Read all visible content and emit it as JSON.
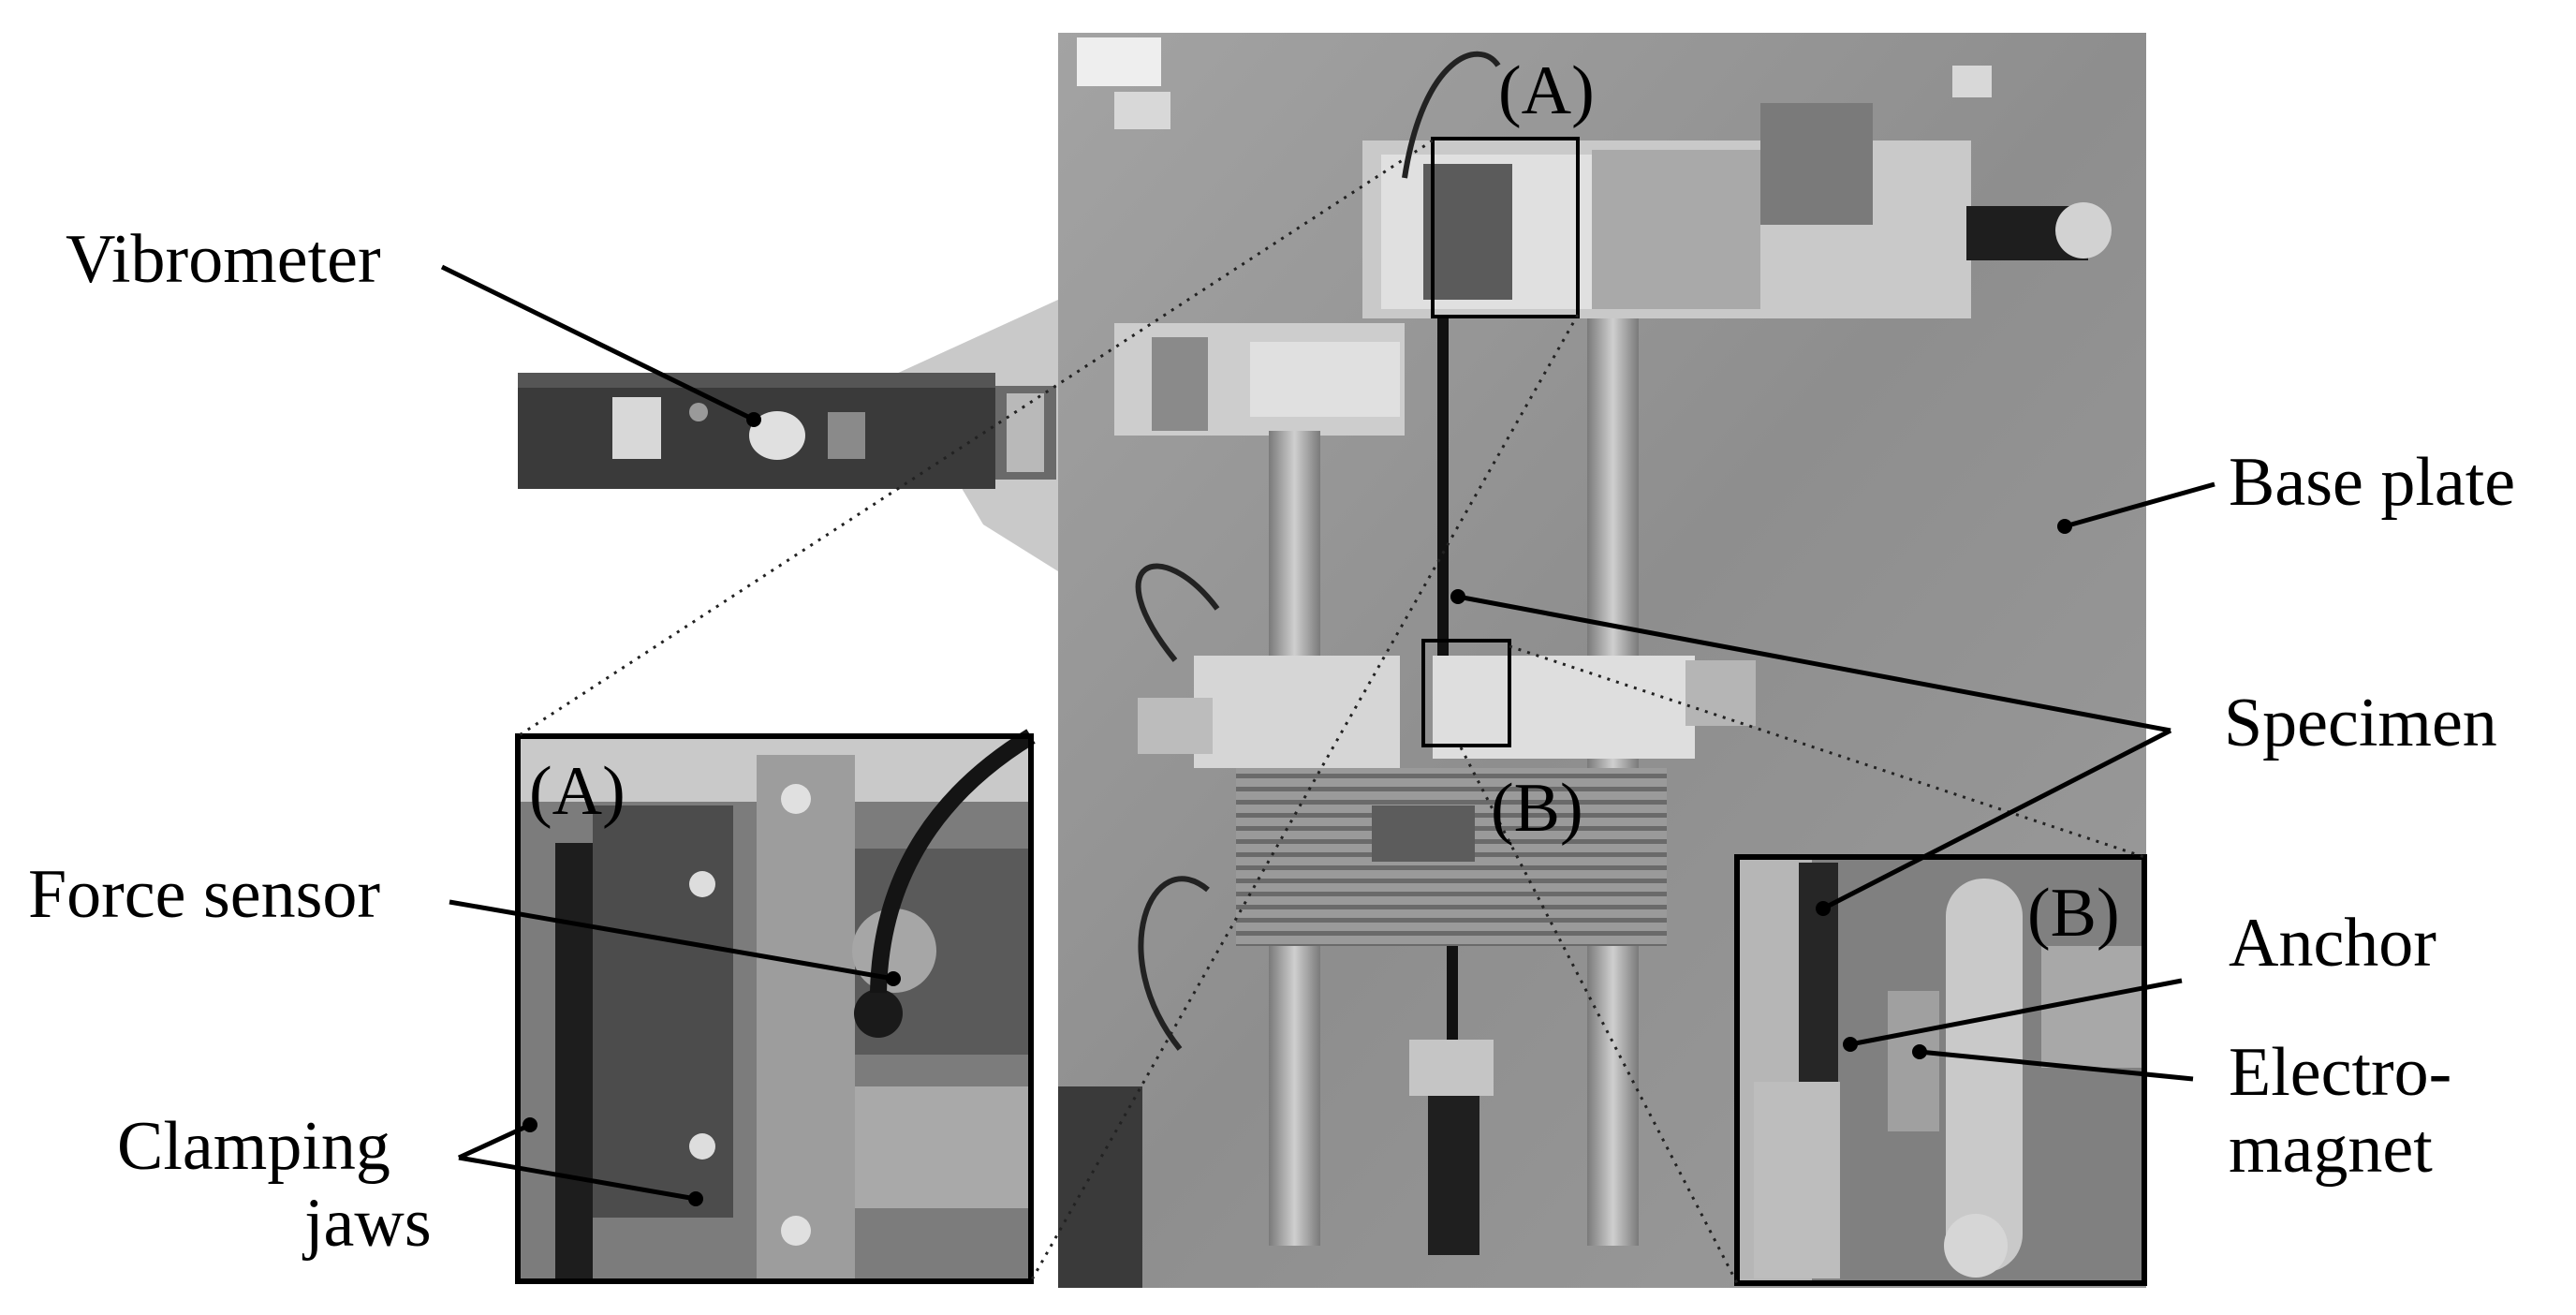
{
  "figure": {
    "callouts": {
      "vibrometer": "Vibrometer",
      "force_sensor": "Force sensor",
      "clamping_jaws_line1": "Clamping",
      "clamping_jaws_line2": "jaws",
      "base_plate": "Base plate",
      "specimen": "Specimen",
      "anchor": "Anchor",
      "electromagnet_line1": "Electro-",
      "electromagnet_line2": "magnet"
    },
    "region_tags": {
      "a_main": "(A)",
      "b_main": "(B)",
      "a_inset": "(A)",
      "b_inset": "(B)"
    },
    "colors": {
      "photo_base": "#8a8a8a",
      "plate_metal": "#9a9a9a",
      "dark_metal": "#2e2e2e",
      "light_metal": "#c8c8c8",
      "frame": "#000000"
    }
  }
}
